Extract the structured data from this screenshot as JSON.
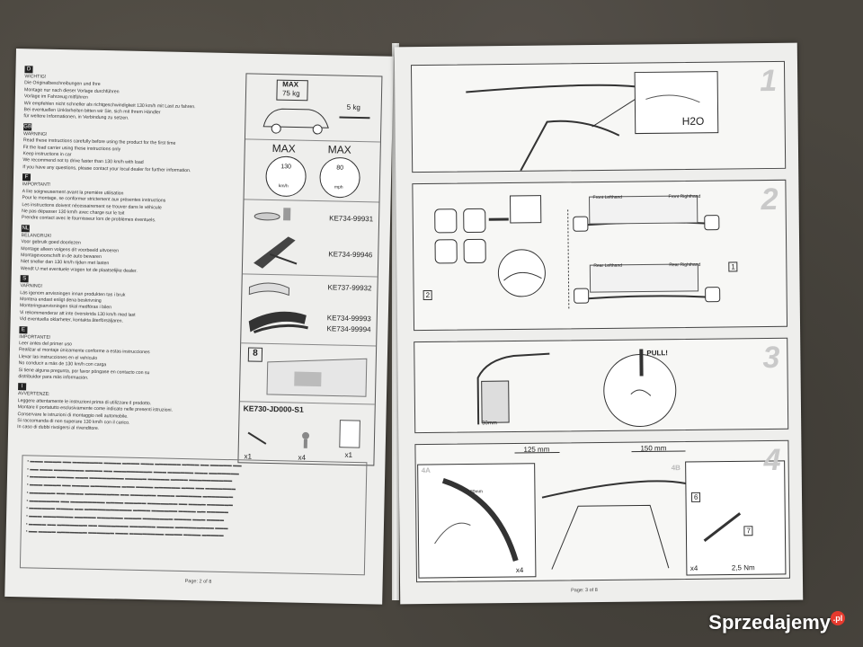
{
  "left_page": {
    "languages": [
      {
        "code": "D",
        "lines": [
          "WICHTIG!",
          "Die Originalbeschreibungen und Ihre",
          "Montage nur nach dieser Vorlage durchführen",
          "Vorlage im Fahrzeug mitführen",
          "Wir empfehlen nicht schneller als richtgeschwindigkeit 130 km/h mit Last zu fahren.",
          "Bei eventuellen Unklarheiten bitten wir Sie, sich mit Ihrem Händler",
          "für weitere Informationen, in Verbindung zu setzen."
        ]
      },
      {
        "code": "GB",
        "lines": [
          "WARNING!",
          "Read these instructions carefully before using the product for the first time",
          "Fit the load carrier using these instructions only",
          "Keep instructions in car",
          "We recommend not to drive faster than 130 km/h with load",
          "If you have any questions, please contact your local dealer for further information."
        ]
      },
      {
        "code": "F",
        "lines": [
          "IMPORTANT!",
          "A lire soigneusement avant la première utilisation",
          "Pour le montage, se conformer strictement aux présentes instructions",
          "Les instructions doivent nécessairement se trouver dans le véhicule",
          "Ne pas dépasser 130 km/h avec charge sur le toit",
          "Prendre contact avec le fournisseur lors de problèmes éventuels."
        ]
      },
      {
        "code": "NL",
        "lines": [
          "BELANGRIJK!",
          "Voor gebruik goed doorlezen",
          "Montage alleen volgens dit voorbeeld uitvoeren",
          "Montagevoorschrift in de auto bewaren",
          "Niet sneller dan 130 km/h rijden met lasten",
          "Wendt U met eventuele vragen tot de plaatselijke dealer."
        ]
      },
      {
        "code": "S",
        "lines": [
          "VARNING!",
          "Läs igenom anvisningen innan produkten tas i bruk",
          "Montera endast enligt dena beskrivning",
          "Monteringsanvisningen skal medföras i bilen",
          "Vi rekommenderar att inte överskrida 130 km/h med last",
          "Vid eventuella oklarheter, kontakta återförsäljaren."
        ]
      },
      {
        "code": "E",
        "lines": [
          "IMPORTANTE!",
          "Leer antes del primer uso",
          "Realizar el montaje únicamente conforme a estas instrucciones",
          "Llevar las instrucciones en el vehículo",
          "No conducir a más de 130 km/h con carga",
          "Si tiene alguna pregunta, por favor póngase en contacto con su",
          "distribuidor para más información."
        ]
      },
      {
        "code": "I",
        "lines": [
          "AVVERTENZE:",
          "Leggere attentamente le instruzioni prima di utilizzare il prodotto.",
          "Montare il portatutto esclusivamente come indicato nelle presenti istruzioni.",
          "Conservare le istruzioni di montaggio nell automobile.",
          "Si raccomanda di non superare 130 km/h con il carico.",
          "In caso di dubbi rivolgersi al rivenditore."
        ]
      }
    ],
    "icons": {
      "max_label": "MAX",
      "weight_load": "75 kg",
      "weight_bars": "5 kg",
      "speed_max1": "MAX",
      "speed_max2": "MAX",
      "speed_kmh": "130",
      "speed_unit_kmh": "km/h",
      "speed_mph": "80",
      "speed_unit_mph": "mph",
      "step_8": "8"
    },
    "parts": [
      {
        "code": "KE734-99931"
      },
      {
        "code": "KE734-99946"
      },
      {
        "code": "KE737-99932"
      },
      {
        "code": "KE734-99993"
      },
      {
        "code": "KE734-99994"
      }
    ],
    "kit": {
      "code": "KE730-JD000-S1",
      "qty1": "x1",
      "qty2": "x4",
      "qty3": "x1"
    },
    "page_number": "Page: 2 of 8"
  },
  "right_page": {
    "steps": [
      {
        "num": "1",
        "water": "H2O"
      },
      {
        "num": "2",
        "front_left": "Front Lefthand",
        "front_right": "Front Righthand",
        "rear_left": "Rear Lefthand",
        "rear_right": "Rear Righthand",
        "callout_1": "1",
        "callout_2": "2"
      },
      {
        "num": "3",
        "pull": "PULL!",
        "dim": "30mm"
      },
      {
        "num": "4",
        "dim_front": "125 mm",
        "dim_rear": "150 mm",
        "sub_a": "4A",
        "sub_b": "4B",
        "dim_small": "80mm",
        "qty_a": "x4",
        "qty_b": "x4",
        "callout_6": "6",
        "callout_7": "7",
        "torque": "2,5 Nm"
      }
    ],
    "page_number": "Page: 3 of 8"
  },
  "watermark": {
    "text": "Sprzedajemy",
    "suffix": ".pl"
  }
}
